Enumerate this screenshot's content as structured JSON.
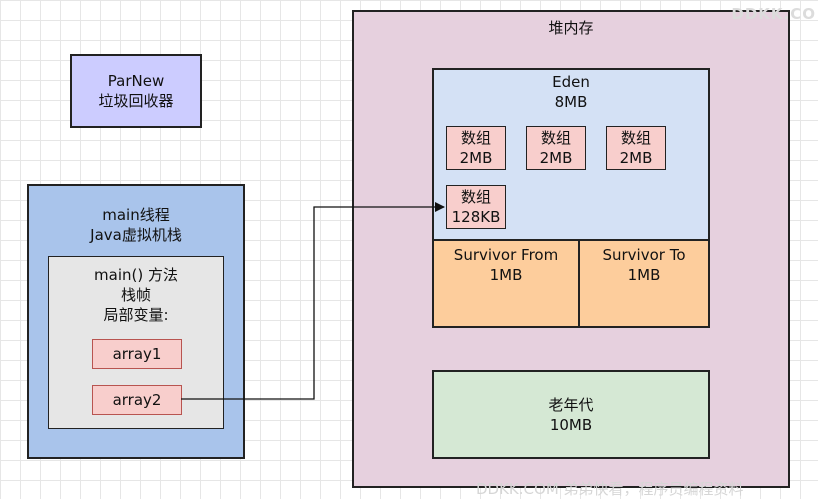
{
  "parnew": {
    "line1": "ParNew",
    "line2": "垃圾回收器"
  },
  "stack": {
    "line1": "main线程",
    "line2": "Java虚拟机栈",
    "frame": {
      "line1": "main() 方法",
      "line2": "栈帧",
      "line3": "局部变量:",
      "vars": [
        "array1",
        "array2"
      ]
    }
  },
  "heap": {
    "title": "堆内存",
    "eden": {
      "title": "Eden",
      "size": "8MB",
      "arrays": [
        {
          "label": "数组",
          "size": "2MB"
        },
        {
          "label": "数组",
          "size": "2MB"
        },
        {
          "label": "数组",
          "size": "2MB"
        },
        {
          "label": "数组",
          "size": "128KB"
        }
      ]
    },
    "survivor_from": {
      "title": "Survivor From",
      "size": "1MB"
    },
    "survivor_to": {
      "title": "Survivor To",
      "size": "1MB"
    },
    "old_gen": {
      "title": "老年代",
      "size": "10MB"
    }
  },
  "watermarks": {
    "top": "DDKK.CO",
    "bottom": "DDKK.COM 弟弟快看，程序员编程资料"
  },
  "colors": {
    "parnew": "#ccccff",
    "stack": "#a9c4eb",
    "frame": "#e6e6e6",
    "var": "#f8cecc",
    "heap": "#e6d0de",
    "eden": "#d4e1f5",
    "survivor": "#fdcd9c",
    "old": "#d5e8d4"
  }
}
